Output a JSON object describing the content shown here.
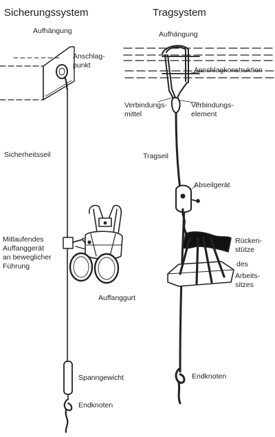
{
  "headings": {
    "left": "Sicherungssystem",
    "right": "Tragsystem"
  },
  "left_labels": {
    "aufhaengung": "Aufhängung",
    "anschlagpunkt": "Anschlag-\npunkt",
    "sicherheitsseil": "Sicherheitsseil",
    "auffanggeraet": "Mitlaufendes\nAuffanggerät\nan beweglicher\nFührung",
    "auffanggurt": "Auffanggurt",
    "spanngewicht": "Spanngewicht",
    "endknoten": "Endknoten"
  },
  "right_labels": {
    "aufhaengung": "Aufhängung",
    "anschlagkonstruktion": "Anschlagkonstruktion",
    "verbindungsmittel": "Verbindungs-\nmittel",
    "verbindungselement": "Verbindungs-\nelement",
    "tragseil": "Tragseil",
    "abseilgeraet": "Abseilgerät",
    "rueckenstuetze": "Rücken-\nstütze",
    "des": "des",
    "arbeitssitzes": "Arbeits-\nsitzes",
    "endknoten": "Endknoten"
  }
}
